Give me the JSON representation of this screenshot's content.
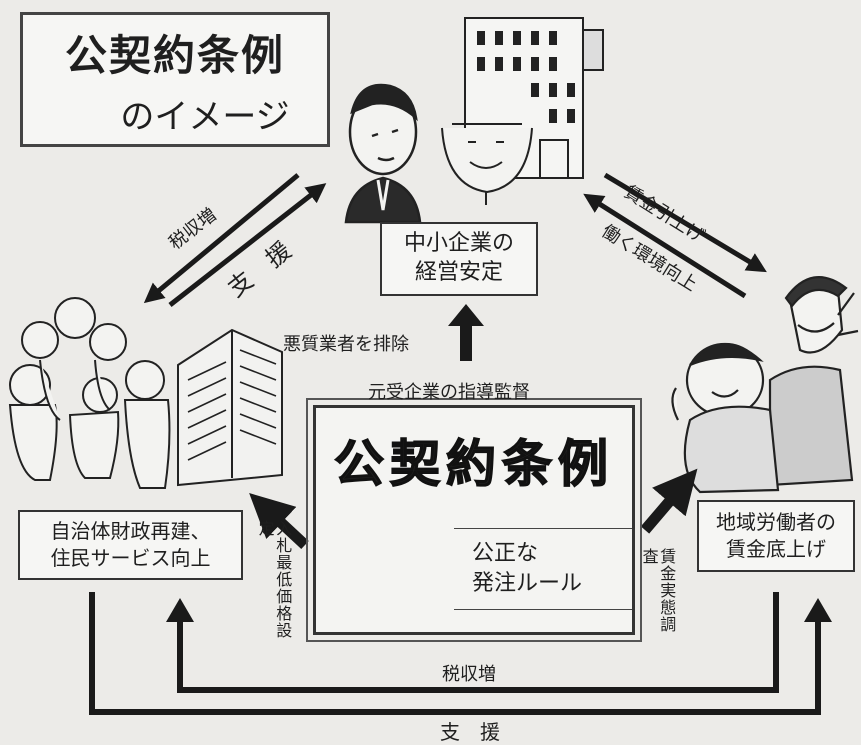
{
  "title": {
    "line1": "公契約条例",
    "line2": "のイメージ"
  },
  "center": {
    "title": "公契約条例",
    "rule_line1": "公正な",
    "rule_line2": "発注ルール"
  },
  "smb_box": {
    "line1": "中小企業の",
    "line2": "経営安定"
  },
  "gov_box": {
    "line1": "自治体財政再建、",
    "line2": "住民サービス向上"
  },
  "labor_box": {
    "line1": "地域労働者の",
    "line2": "賃金底上げ"
  },
  "labels": {
    "tax_increase_upper": "税収増",
    "support_upper": "支　援",
    "wage_raise": "賃金引上げ",
    "working_env": "働く環境向上",
    "exclude_bad": "悪質業者を排除",
    "prime_contractor": "元受企業の指導監督",
    "bid_price": "入札最低価格設定",
    "wage_survey": "賃金実態調査",
    "tax_increase_lower": "税収増",
    "support_lower": "支　援"
  },
  "icons": [
    "businessman-figure",
    "building-with-smiling-face",
    "residents-group",
    "city-hall-building",
    "workers-pair",
    "presenter-figure"
  ]
}
